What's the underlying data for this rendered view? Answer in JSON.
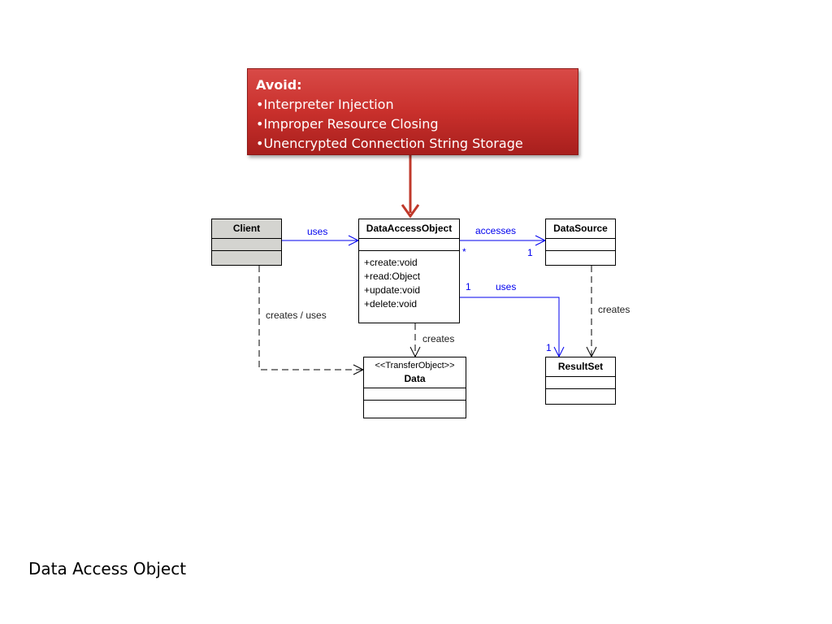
{
  "callout": {
    "title": "Avoid:",
    "items": [
      "Interpreter Injection",
      "Improper Resource Closing",
      "Unencrypted Connection String Storage"
    ]
  },
  "classes": {
    "client": {
      "name": "Client"
    },
    "dao": {
      "name": "DataAccessObject",
      "operations": [
        "+create:void",
        "+read:Object",
        "+update:void",
        "+delete:void"
      ]
    },
    "datasource": {
      "name": "DataSource"
    },
    "data": {
      "stereotype": "<<TransferObject>>",
      "name": "Data"
    },
    "resultset": {
      "name": "ResultSet"
    }
  },
  "connectors": {
    "client_dao": "uses",
    "dao_datasource": "accesses",
    "dao_datasource_mult_source": "*",
    "dao_datasource_mult_target": "1",
    "dao_resultset": "uses",
    "dao_resultset_mult_source": "1",
    "dao_resultset_mult_target": "1",
    "datasource_resultset": "creates",
    "dao_data": "creates",
    "client_data": "creates / uses"
  },
  "colors": {
    "callout": "#c9302c",
    "association": "#0000ee",
    "dependency": "#000000"
  },
  "footer": {
    "title": "Data Access Object"
  }
}
